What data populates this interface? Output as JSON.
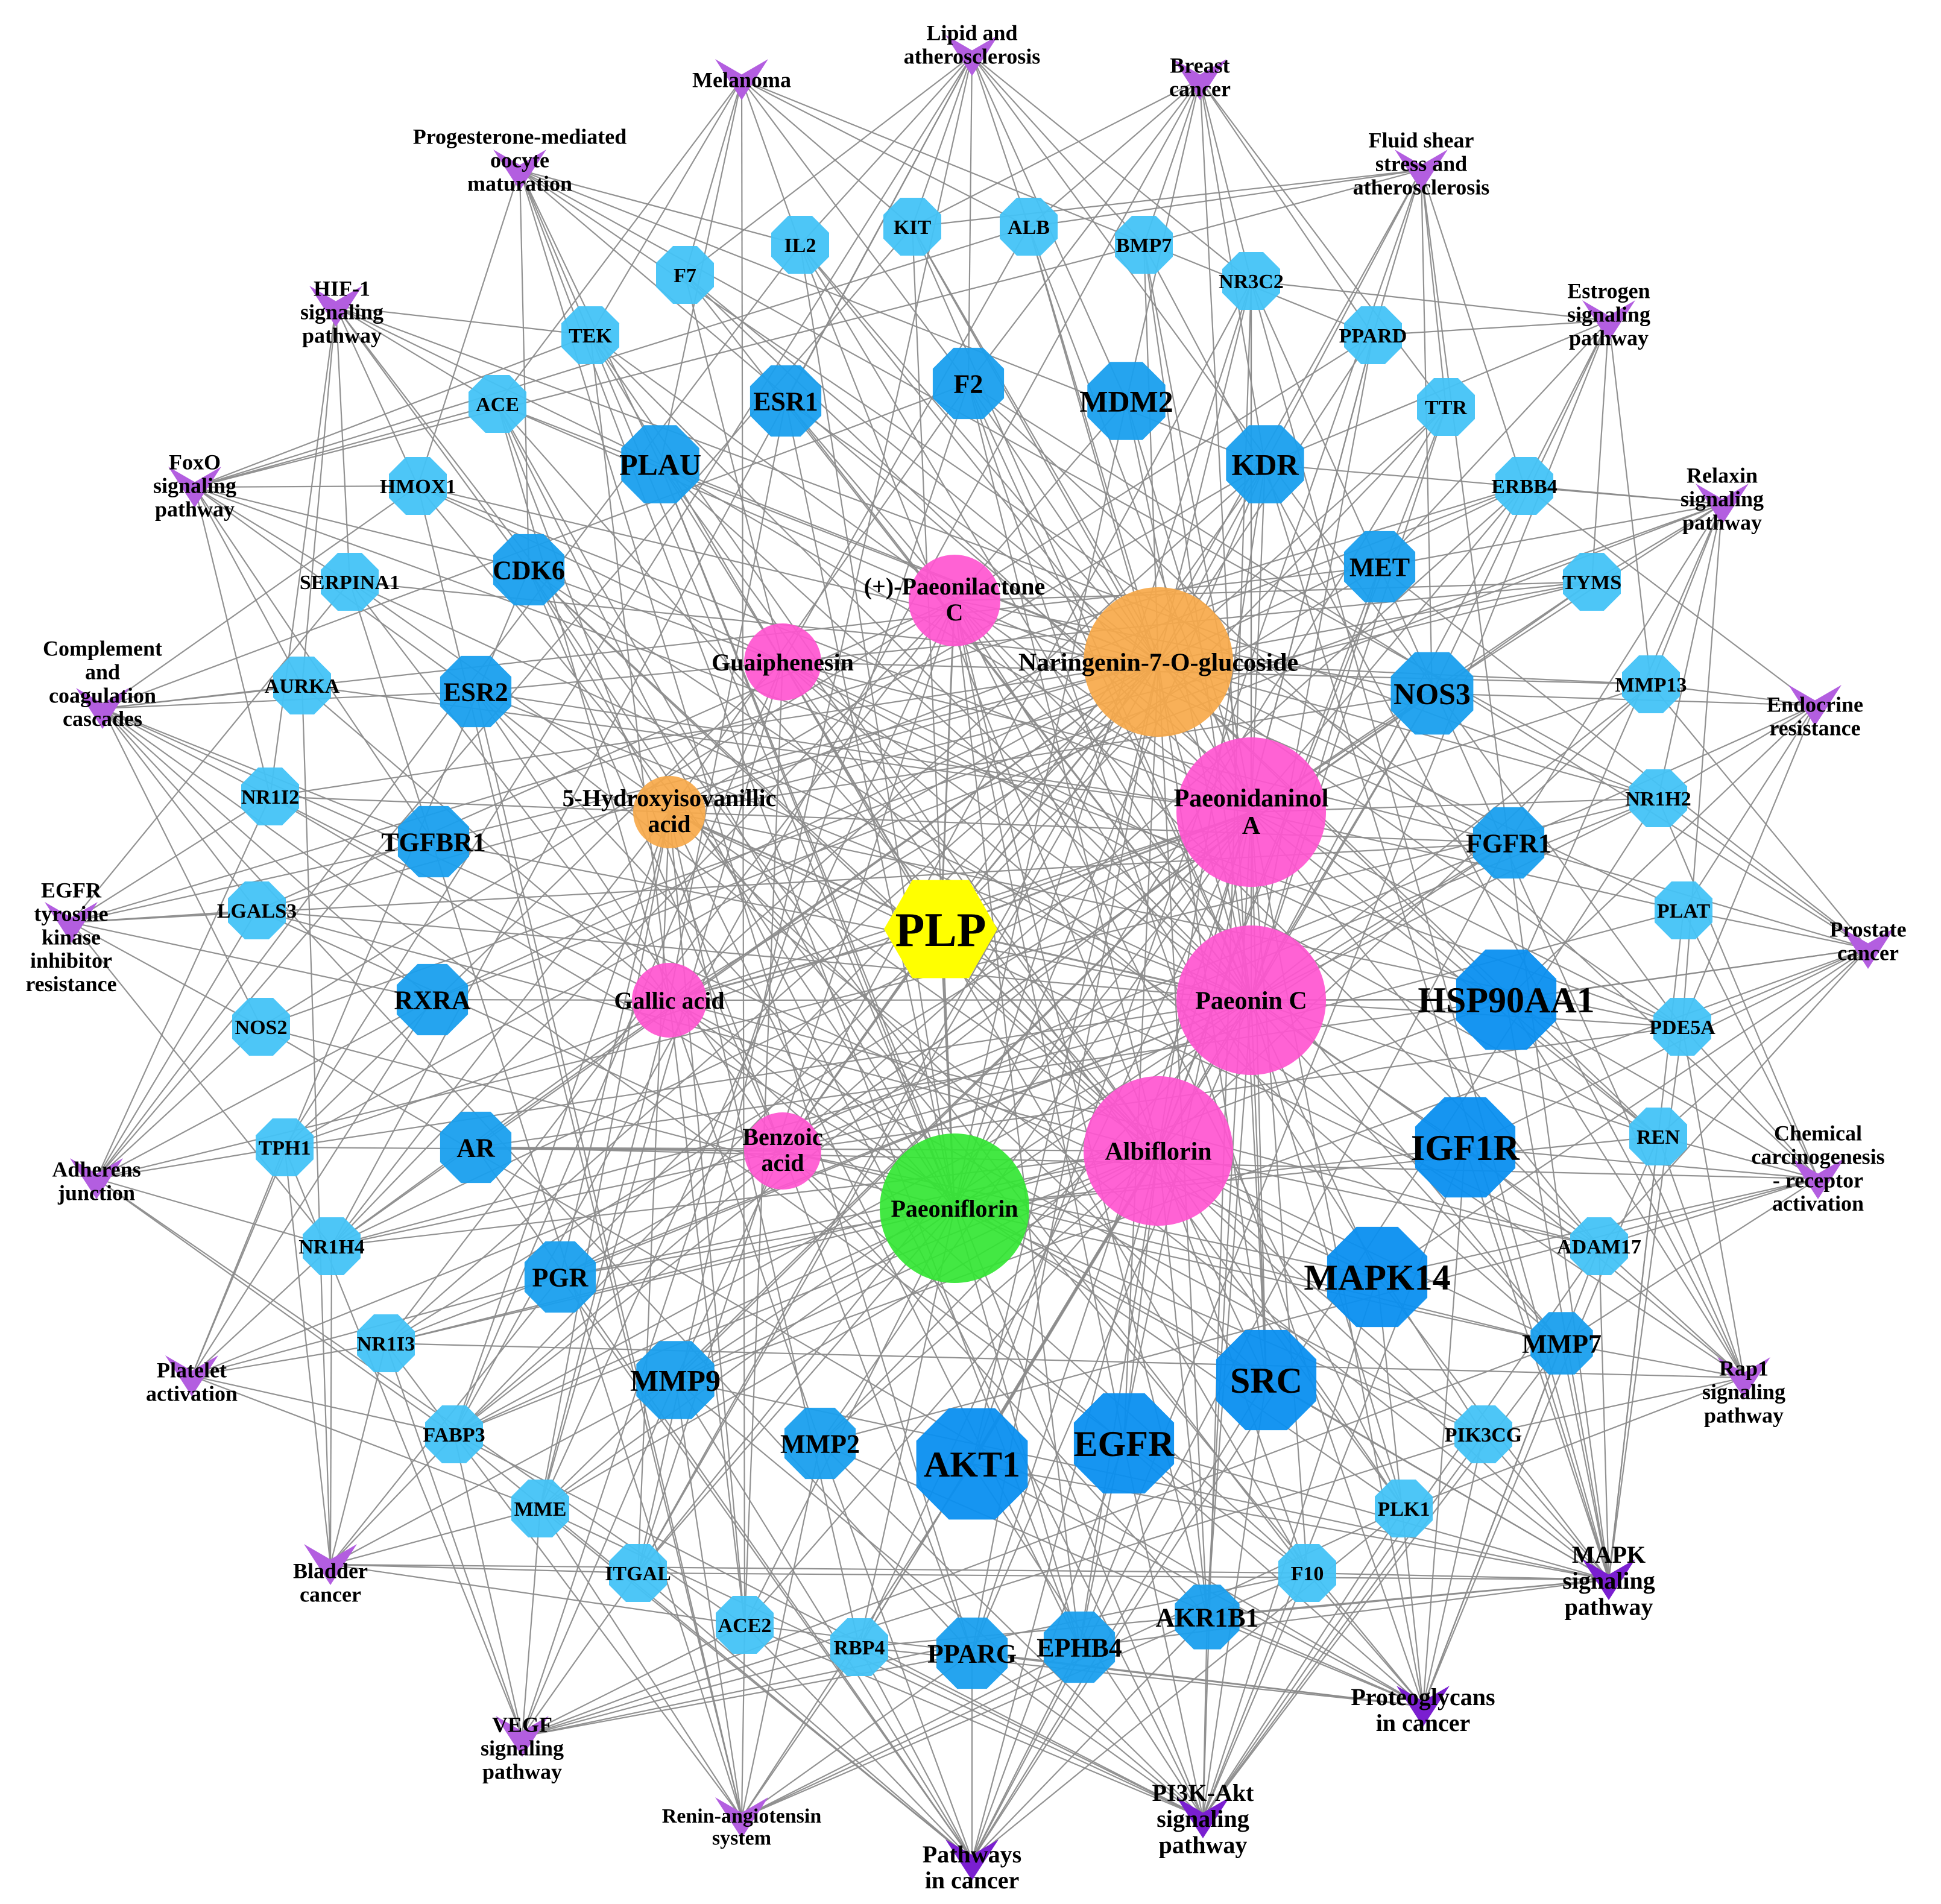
{
  "colors": {
    "edge": "#8c8c8c",
    "center": "#ffff00",
    "ingredient_pink": "#ff55d0",
    "ingredient_orange": "#f7a94a",
    "ingredient_green": "#33e633",
    "target_deep": "#0a8ff0",
    "target_mid": "#199fee",
    "target_light": "#43c3f7",
    "pathway_light": "#b35ee0",
    "pathway_dark": "#7a1fd0"
  },
  "center": {
    "name": "PLP"
  },
  "ingredients": [
    {
      "name": "Guaiphenesin"
    },
    {
      "name": "(+)-Paeonilactone C"
    },
    {
      "name": "Naringenin-7-O-glucoside"
    },
    {
      "name": "5-Hydroxyisovanillic acid"
    },
    {
      "name": "Paeonidaninol A"
    },
    {
      "name": "Gallic acid"
    },
    {
      "name": "Paeonin C"
    },
    {
      "name": "Benzoic acid"
    },
    {
      "name": "Albiflorin"
    },
    {
      "name": "Paeoniflorin"
    }
  ],
  "targets": [
    "IL2",
    "KIT",
    "ALB",
    "F7",
    "BMP7",
    "NR3C2",
    "TEK",
    "PPARD",
    "ESR1",
    "F2",
    "MDM2",
    "ACE",
    "TTR",
    "PLAU",
    "KDR",
    "HMOX1",
    "ERBB4",
    "CDK6",
    "SERPINA1",
    "MET",
    "TYMS",
    "ESR2",
    "AURKA",
    "NOS3",
    "MMP13",
    "NR1I2",
    "TGFBR1",
    "FGFR1",
    "NR1H2",
    "LGALS3",
    "PLAT",
    "RXRA",
    "HSP90AA1",
    "NOS2",
    "PDE5A",
    "TPH1",
    "AR",
    "IGF1R",
    "REN",
    "NR1H4",
    "PGR",
    "MAPK14",
    "ADAM17",
    "NR1I3",
    "MMP7",
    "MMP9",
    "SRC",
    "FABP3",
    "MMP2",
    "EGFR",
    "AKT1",
    "PIK3CG",
    "MME",
    "PLK1",
    "ITGAL",
    "F10",
    "ACE2",
    "RBP4",
    "AKR1B1",
    "PPARG",
    "EPHB4"
  ],
  "pathways": [
    "Melanoma",
    "Lipid and atherosclerosis",
    "Breast cancer",
    "Progesterone-mediated oocyte maturation",
    "Fluid shear stress and atherosclerosis",
    "HIF-1 signaling pathway",
    "Estrogen signaling pathway",
    "FoxO signaling pathway",
    "Relaxin signaling pathway",
    "Complement and coagulation cascades",
    "Endocrine resistance",
    "EGFR tyrosine kinase inhibitor resistance",
    "Prostate cancer",
    "Adherens junction",
    "Chemical carcinogenesis - receptor activation",
    "Platelet activation",
    "Rap1 signaling pathway",
    "Bladder cancer",
    "MAPK signaling pathway",
    "VEGF signaling pathway",
    "Proteoglycans in cancer",
    "Renin-angiotensin system",
    "PI3K-Akt signaling pathway",
    "Pathways in cancer"
  ]
}
